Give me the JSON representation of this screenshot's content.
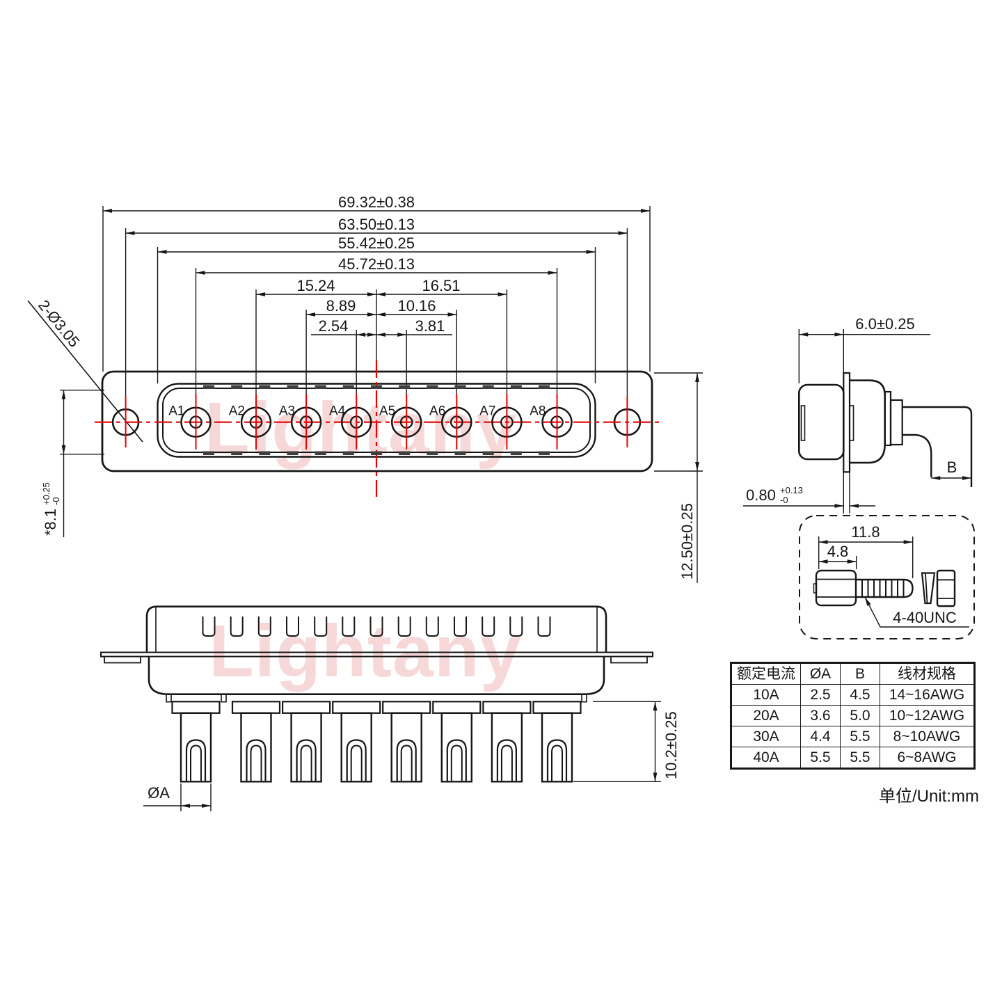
{
  "watermark": {
    "text": "Lightany"
  },
  "front_view": {
    "pin_labels": [
      "A1",
      "A2",
      "A3",
      "A4",
      "A5",
      "A6",
      "A7",
      "A8"
    ],
    "hole_callout": "2-Ø3.05",
    "dim_overall_width": "69.32±0.38",
    "dim_mount_hole_span": "63.50±0.13",
    "dim_insert_width": "55.42±0.25",
    "dim_pin_span": "45.72±0.13",
    "dim_a2_to_center": "15.24",
    "dim_center_to_a7": "16.51",
    "dim_a3_to_center": "8.89",
    "dim_center_to_a6": "10.16",
    "dim_a4_to_center": "2.54",
    "dim_center_to_a5": "3.81",
    "dim_shell_height": "12.50±0.25",
    "dim_insert_height": {
      "value": "*8.1",
      "tol_plus": "+0.25",
      "tol_minus": "-0"
    }
  },
  "side_view": {
    "dim_face_depth": "6.0±0.25",
    "dim_flange_thickness": {
      "value": "0.80",
      "tol_plus": "+0.13",
      "tol_minus": "-0"
    },
    "dim_wire_label": "B"
  },
  "screw_detail": {
    "dim_total_length": "11.8",
    "dim_head_length": "4.8",
    "thread_spec": "4-40UNC"
  },
  "bottom_view": {
    "dim_pin_length": "10.2±0.25",
    "dim_pin_diameter": "ØA"
  },
  "spec_table": {
    "headers": [
      "额定电流",
      "ØA",
      "B",
      "线材规格"
    ],
    "rows": [
      [
        "10A",
        "2.5",
        "4.5",
        "14~16AWG"
      ],
      [
        "20A",
        "3.6",
        "5.0",
        "10~12AWG"
      ],
      [
        "30A",
        "4.4",
        "5.5",
        "8~10AWG"
      ],
      [
        "40A",
        "5.5",
        "5.5",
        "6~8AWG"
      ]
    ],
    "unit_note": "单位/Unit:mm"
  }
}
